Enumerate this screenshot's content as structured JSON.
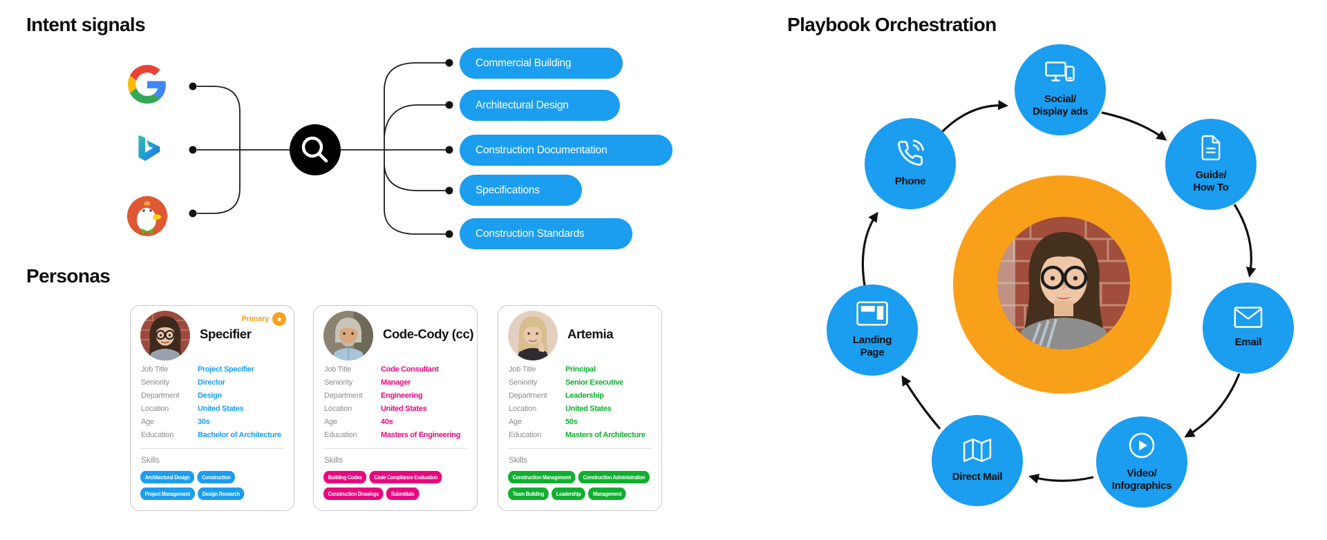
{
  "intent": {
    "title": "Intent signals",
    "pill_color": "#1B9DF0",
    "sources": [
      {
        "name": "Google",
        "icon": "google-logo"
      },
      {
        "name": "Bing",
        "icon": "bing-logo"
      },
      {
        "name": "DuckDuckGo",
        "icon": "duckduckgo-logo"
      }
    ],
    "keywords": [
      "Commercial Building",
      "Architectural Design",
      "Construction Documentation",
      "Specifications",
      "Construction Standards"
    ]
  },
  "personas": {
    "title": "Personas",
    "cards": [
      {
        "name": "Specifier",
        "badge": "Primary",
        "badge_color": "#F9A01B",
        "accent": "#1B9DF0",
        "fields": [
          {
            "label": "Job Title",
            "value": "Project Specifier"
          },
          {
            "label": "Seniority",
            "value": "Director"
          },
          {
            "label": "Department",
            "value": "Design"
          },
          {
            "label": "Location",
            "value": "United States"
          },
          {
            "label": "Age",
            "value": "30s"
          },
          {
            "label": "Education",
            "value": "Bachelor of Architecture"
          }
        ],
        "skills_label": "Skills",
        "skills": [
          "Architectural Design",
          "Construction",
          "Project Management",
          "Design Research"
        ]
      },
      {
        "name": "Code-Cody (cc)",
        "accent": "#E9067F",
        "fields": [
          {
            "label": "Job Title",
            "value": "Code Consultant"
          },
          {
            "label": "Seniority",
            "value": "Manager"
          },
          {
            "label": "Department",
            "value": "Engineering"
          },
          {
            "label": "Location",
            "value": "United States"
          },
          {
            "label": "Age",
            "value": "40s"
          },
          {
            "label": "Education",
            "value": "Masters of Engineering"
          }
        ],
        "skills_label": "Skills",
        "skills": [
          "Building Codes",
          "Code Compliance Evaluation",
          "Construction Drawings",
          "Submittals"
        ]
      },
      {
        "name": "Artemia",
        "accent": "#0FAF2F",
        "fields": [
          {
            "label": "Job Title",
            "value": "Principal"
          },
          {
            "label": "Seniority",
            "value": "Senior Executive"
          },
          {
            "label": "Department",
            "value": "Leadership"
          },
          {
            "label": "Location",
            "value": "United States"
          },
          {
            "label": "Age",
            "value": "50s"
          },
          {
            "label": "Education",
            "value": "Masters of Architecture"
          }
        ],
        "skills_label": "Skills",
        "skills": [
          "Construction Management",
          "Construction Administration",
          "Team Building",
          "Leadership",
          "Management"
        ]
      }
    ]
  },
  "playbook": {
    "title": "Playbook Orchestration",
    "node_color": "#1B9DF0",
    "center_color": "#F9A01B",
    "nodes": [
      {
        "label": "Social/\nDisplay ads",
        "icon": "devices-icon"
      },
      {
        "label": "Guide/\nHow To",
        "icon": "document-icon"
      },
      {
        "label": "Email",
        "icon": "envelope-icon"
      },
      {
        "label": "Video/\nInfographics",
        "icon": "play-icon"
      },
      {
        "label": "Direct Mail",
        "icon": "map-icon"
      },
      {
        "label": "Landing\nPage",
        "icon": "browser-icon"
      },
      {
        "label": "Phone",
        "icon": "phone-icon"
      }
    ]
  }
}
